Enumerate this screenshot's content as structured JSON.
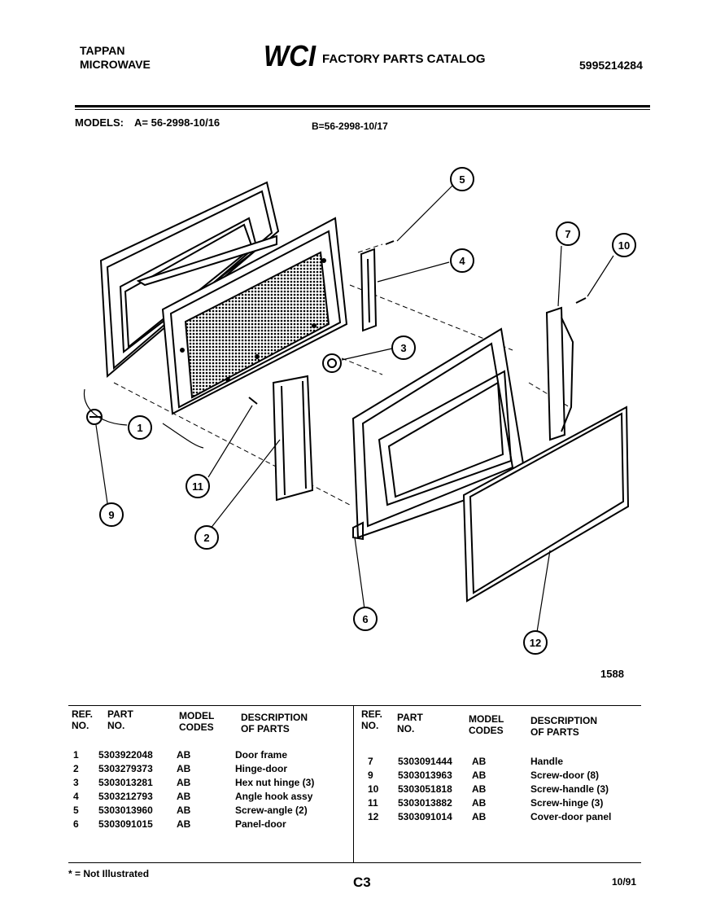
{
  "header": {
    "brand_line1": "TAPPAN",
    "brand_line2": "MICROWAVE",
    "logo_text": "WCI",
    "catalog_title": "FACTORY PARTS CATALOG",
    "catalog_number": "5995214284"
  },
  "models": {
    "label": "MODELS:",
    "model_a": "A= 56-2998-10/16",
    "model_b": "B=56-2998-10/17"
  },
  "diagram": {
    "callouts": [
      "1",
      "2",
      "3",
      "4",
      "5",
      "6",
      "7",
      "9",
      "10",
      "11",
      "12"
    ],
    "figure_number": "1588"
  },
  "table": {
    "headers": {
      "ref": [
        "REF.",
        "NO."
      ],
      "part": [
        "PART",
        "NO."
      ],
      "model": [
        "MODEL",
        "CODES"
      ],
      "desc": [
        "DESCRIPTION",
        "OF PARTS"
      ]
    },
    "left_rows": [
      {
        "ref": "1",
        "part": "5303922048",
        "code": "AB",
        "desc": "Door frame"
      },
      {
        "ref": "2",
        "part": "5303279373",
        "code": "AB",
        "desc": "Hinge-door"
      },
      {
        "ref": "3",
        "part": "5303013281",
        "code": "AB",
        "desc": "Hex nut hinge (3)"
      },
      {
        "ref": "4",
        "part": "5303212793",
        "code": "AB",
        "desc": "Angle hook assy"
      },
      {
        "ref": "5",
        "part": "5303013960",
        "code": "AB",
        "desc": "Screw-angle (2)"
      },
      {
        "ref": "6",
        "part": "5303091015",
        "code": "AB",
        "desc": "Panel-door"
      }
    ],
    "right_rows": [
      {
        "ref": "7",
        "part": "5303091444",
        "code": "AB",
        "desc": "Handle"
      },
      {
        "ref": "9",
        "part": "5303013963",
        "code": "AB",
        "desc": "Screw-door (8)"
      },
      {
        "ref": "10",
        "part": "5303051818",
        "code": "AB",
        "desc": "Screw-handle (3)"
      },
      {
        "ref": "11",
        "part": "5303013882",
        "code": "AB",
        "desc": "Screw-hinge (3)"
      },
      {
        "ref": "12",
        "part": "5303091014",
        "code": "AB",
        "desc": "Cover-door panel"
      }
    ]
  },
  "footer": {
    "note": "* = Not Illustrated",
    "page_code": "C3",
    "date": "10/91"
  }
}
